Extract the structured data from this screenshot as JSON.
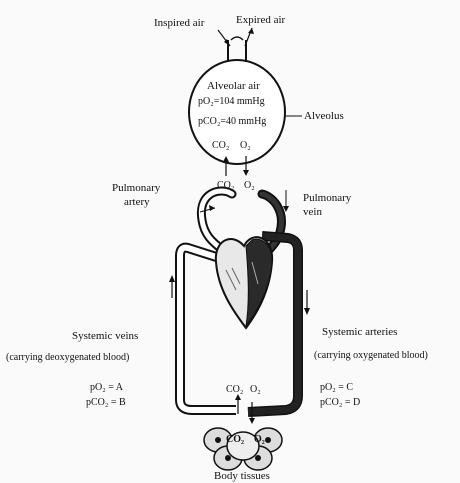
{
  "labels": {
    "inspired_air": "Inspired air",
    "expired_air": "Expired air",
    "alveolar_air": "Alveolar air",
    "po2_alveolar": "pO₂=104 mmHg",
    "pco2_alveolar": "pCO₂=40 mmHg",
    "co2_alveolus": "CO₂",
    "o2_alveolus": "O₂",
    "alveolus": "Alveolus",
    "co2_lung_exchange": "CO₂",
    "o2_lung_exchange": "O₂",
    "pulmonary_artery_line1": "Pulmonary",
    "pulmonary_artery_line2": "artery",
    "pulmonary_vein_line1": "Pulmonary",
    "pulmonary_vein_line2": "vein",
    "systemic_veins": "Systemic veins",
    "systemic_veins_note": "(carrying deoxygenated blood)",
    "systemic_arteries": "Systemic arteries",
    "systemic_arteries_note": "(carrying oxygenated blood)",
    "po2_left": "pO₂ = A",
    "pco2_left": "pCO₂ = B",
    "po2_right": "pO₂ = C",
    "pco2_right": "pCO₂ = D",
    "co2_tissue": "CO₂",
    "o2_tissue": "O₂",
    "co2_tissue_inner": "CO₂",
    "o2_tissue_inner": "O₂",
    "body_tissues": "Body tissues"
  },
  "colors": {
    "oxygenated": "#1a1a1a",
    "deoxygenated": "#ffffff",
    "outline": "#111111"
  }
}
